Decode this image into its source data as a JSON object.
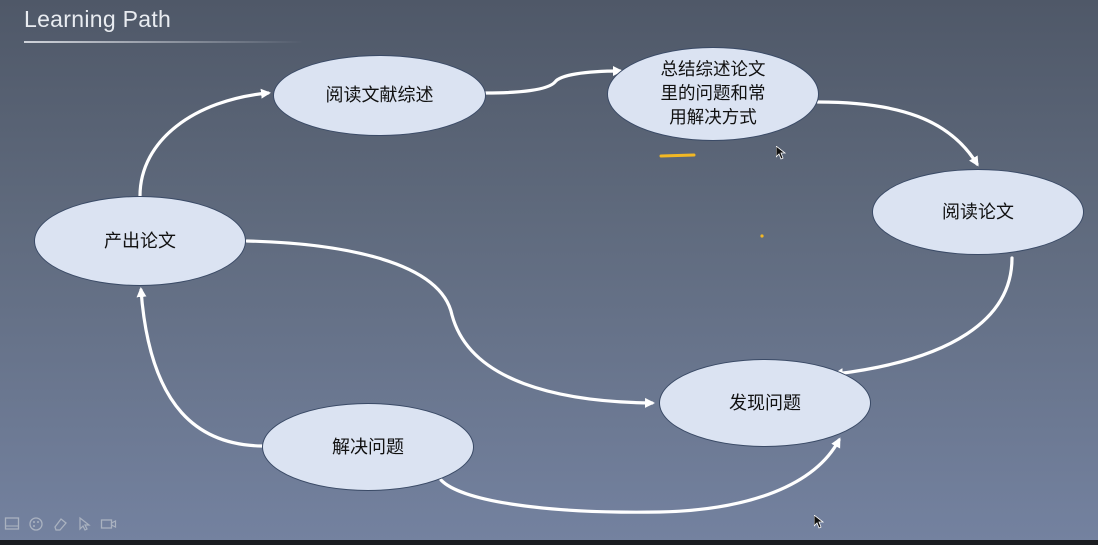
{
  "slide": {
    "title": "Learning Path"
  },
  "nodes": [
    {
      "id": "read-reviews",
      "label": "阅读文献综述"
    },
    {
      "id": "summarize",
      "label": "总结综述论文\n里的问题和常\n用解决方式"
    },
    {
      "id": "read-papers",
      "label": "阅读论文"
    },
    {
      "id": "find-problems",
      "label": "发现问题"
    },
    {
      "id": "solve-problems",
      "label": "解决问题"
    },
    {
      "id": "produce-papers",
      "label": "产出论文"
    }
  ],
  "edges": [
    {
      "from": "produce-papers",
      "to": "read-reviews"
    },
    {
      "from": "read-reviews",
      "to": "summarize"
    },
    {
      "from": "summarize",
      "to": "read-papers"
    },
    {
      "from": "read-papers",
      "to": "find-problems"
    },
    {
      "from": "produce-papers",
      "to": "find-problems"
    },
    {
      "from": "solve-problems",
      "to": "produce-papers"
    },
    {
      "from": "solve-problems",
      "to": "find-problems"
    }
  ],
  "colors": {
    "node_fill": "#dbe3f2",
    "node_border": "#3a4a66",
    "arrow": "#ffffff",
    "annotation": "#f2b824"
  },
  "toolbar": {
    "icons": [
      "slides-icon",
      "palette-icon",
      "eraser-icon",
      "pointer-icon",
      "camera-icon"
    ]
  }
}
